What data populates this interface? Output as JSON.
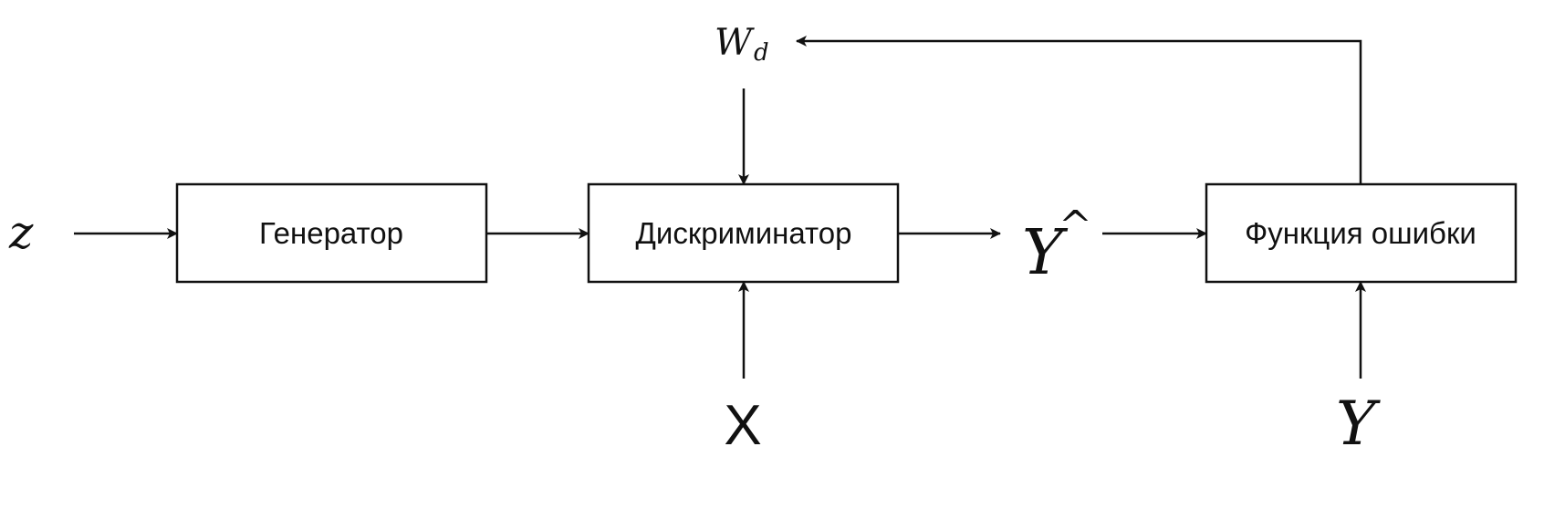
{
  "diagram": {
    "inputs": {
      "z": "z",
      "weights_main": "W",
      "weights_sub": "d",
      "x": "X",
      "y_hat": "Y",
      "y_hat_accent": "^",
      "y": "Y"
    },
    "blocks": {
      "generator": "Генератор",
      "discriminator": "Дискриминатор",
      "loss": "Функция ошибки"
    },
    "colors": {
      "stroke": "#111111",
      "background": "#ffffff"
    }
  }
}
